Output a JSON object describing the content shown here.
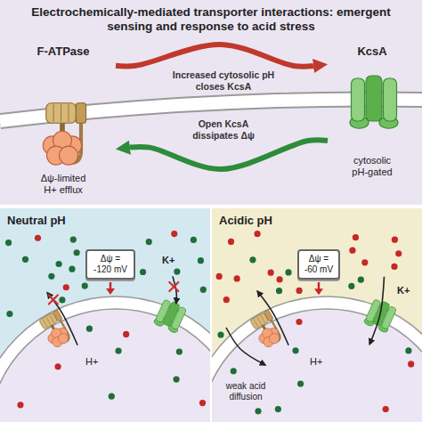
{
  "diagram": {
    "title": "Electrochemically-mediated transporter interactions: emergent sensing and response to acid stress",
    "nodes": [
      {
        "text": [
          "F-ATPase",
          "Δψ-limited H+ efflux"
        ]
      },
      {
        "text": [
          "KcsA",
          "cytosolic pH-gated"
        ]
      },
      {
        "text": [
          "Neutral pH"
        ]
      },
      {
        "text": [
          "Δψ = -120 mV"
        ],
        "in": 2
      },
      {
        "text": [
          "Acidic pH"
        ]
      },
      {
        "text": [
          "Δψ = -60 mV"
        ],
        "in": 4
      }
    ],
    "edges": [
      {
        "from": 0,
        "to": 1,
        "label": "Increased cytosolic pH closes KcsA",
        "arrow": "to"
      },
      {
        "from": 1,
        "to": 0,
        "label": "Open KcsA dissipates Δψ",
        "arrow": "to"
      }
    ],
    "labels": [
      "K+",
      "H+",
      "K+",
      "H+",
      "weak acid diffusion"
    ]
  }
}
